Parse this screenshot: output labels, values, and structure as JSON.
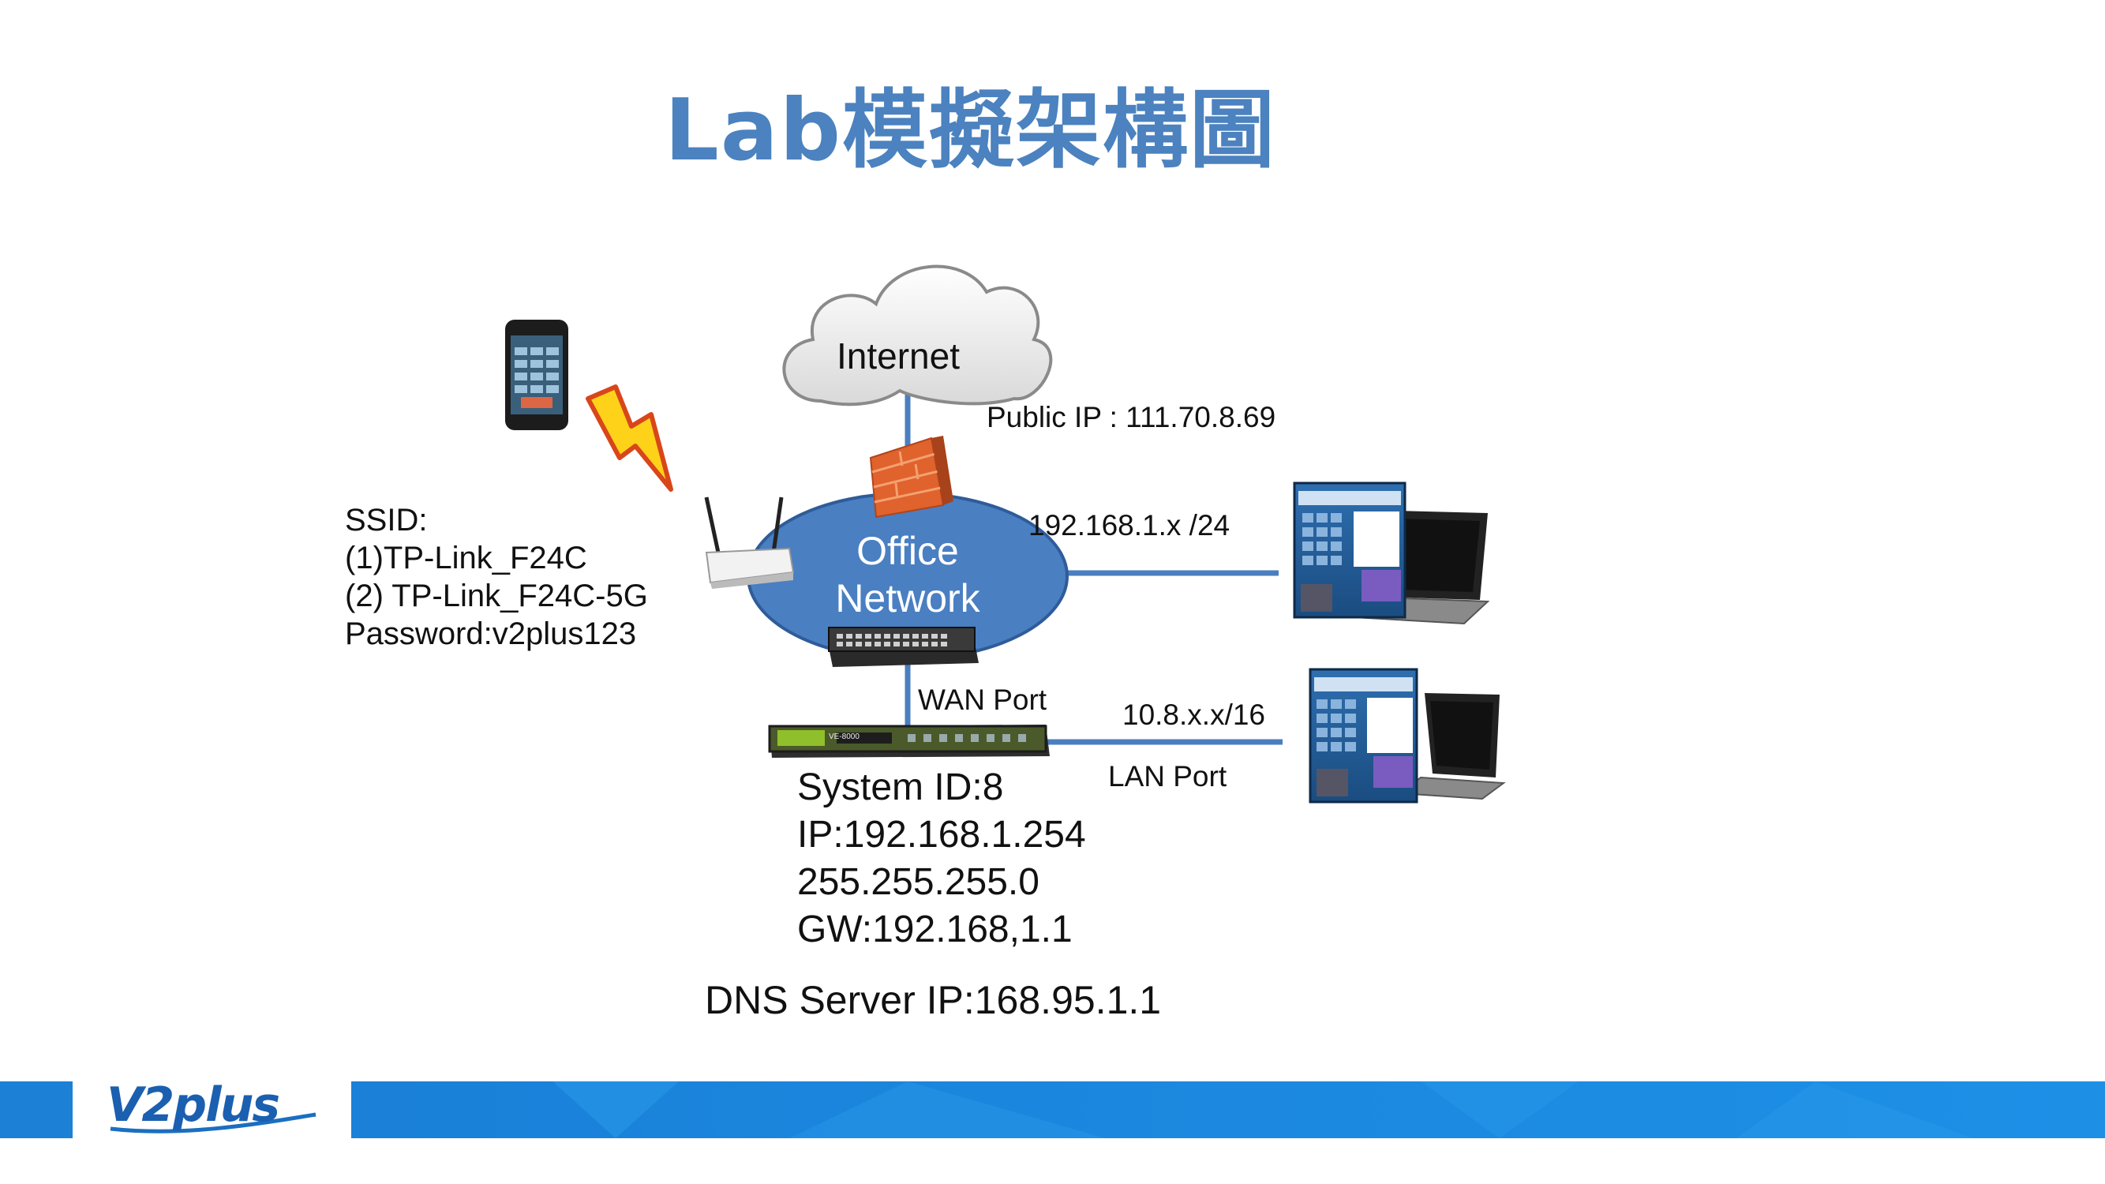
{
  "title": "Lab模擬架構圖",
  "internet_label": "Internet",
  "public_ip": "Public IP : 111.70.8.69",
  "office_network": {
    "line1": "Office",
    "line2": "Network"
  },
  "subnet_office": "192.168.1.x /24",
  "subnet_lan": "10.8.x.x/16",
  "wan_port": "WAN Port",
  "lan_port": "LAN Port",
  "ssid": {
    "header": "SSID:",
    "line1": "(1)TP-Link_F24C",
    "line2": "(2) TP-Link_F24C-5G",
    "password": "Password:v2plus123"
  },
  "system": {
    "id": "System ID:8",
    "ip": "IP:192.168.1.254",
    "mask": "255.255.255.0",
    "gw": "GW:192.168,1.1"
  },
  "dns": "DNS Server IP:168.95.1.1",
  "device_label": "VE-8000",
  "logo": "V2plus",
  "colors": {
    "title": "#4b82bf",
    "line": "#4a7fbf",
    "ellipse": "#4a7fc2",
    "footer": "#1b88dd"
  }
}
